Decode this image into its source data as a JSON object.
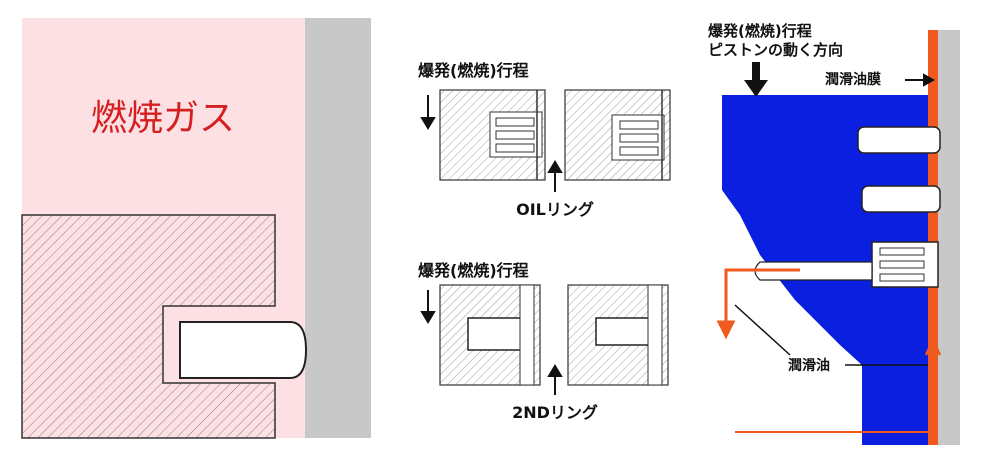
{
  "left_panel": {
    "gas_label": "燃焼ガス",
    "colors": {
      "gas": "#fde0e3",
      "wall": "#c8c8c8",
      "gas_text": "#d42020"
    }
  },
  "middle_panel": {
    "top_stroke_label": "爆発(燃焼)行程",
    "oil_ring_label": "OILリング",
    "bottom_stroke_label": "爆発(燃焼)行程",
    "second_ring_label": "2NDリング"
  },
  "right_panel": {
    "stroke_line1": "爆発(燃焼)行程",
    "stroke_line2": "ピストンの動く方向",
    "oil_film_label": "潤滑油膜",
    "oil_label": "潤滑油",
    "colors": {
      "piston": "#0a1fe0",
      "oil": "#f05a1e",
      "wall": "#c8c8c8"
    }
  }
}
